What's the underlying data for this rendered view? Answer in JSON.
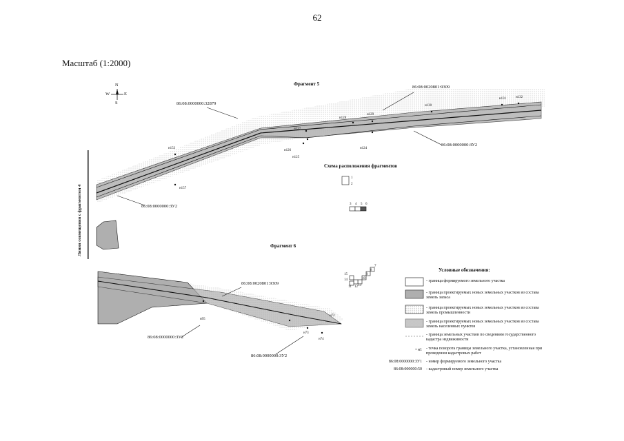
{
  "page_number": "62",
  "scale_title": "Масштаб (1:2000)",
  "compass": {
    "n": "N",
    "s": "S",
    "w": "W",
    "e": "E"
  },
  "fragment5_title": "Фрагмент 5",
  "fragment6_title": "Фрагмент 6",
  "scheme_title": "Схема расположения фрагментов",
  "joining_line_label": "Линия совмещения с фрагментом 4",
  "parcel_labels": {
    "f5_top_left": "86:08:0000000:32879",
    "f5_top_right": "86:08:0020801:9309",
    "f5_right": "86:08:0000000:ЗУ2",
    "f5_bottom_left": "86:08:0000000:ЗУ2",
    "f6_top": "86:08:0020801:9309",
    "f6_bottom_left": "86:08:0000000:ЗУ2",
    "f6_bottom_right": "86:08:0000000:ЗУ2"
  },
  "points": {
    "n153": "н153",
    "n157": "н157",
    "n126": "н126",
    "n127": "н127",
    "n125": "н125",
    "n128": "н128",
    "n129": "н129",
    "n124": "н124",
    "n130": "н130",
    "n131": "н131",
    "n132": "н132",
    "n95": "н95",
    "n72": "н72",
    "n73": "н73",
    "n74": "н74"
  },
  "scheme_numbers": {
    "s1": "1",
    "s2": "2",
    "s3": "3",
    "s4": "4",
    "s5": "5",
    "s6": "6",
    "s7": "7",
    "s8": "8",
    "s9": "9",
    "s10": "10",
    "s11": "11",
    "s12": "12",
    "s13": "13",
    "s14": "14",
    "s15": "15"
  },
  "legend": {
    "title": "Условные обозначения:",
    "items": [
      {
        "text": "- граница формируемого земельного участка"
      },
      {
        "text": "- граница проектируемых новых земельных участков из состава земель запаса"
      },
      {
        "text": "- граница проектируемых новых земельных участков из состава земель промышленности"
      },
      {
        "text": "- граница проектируемых новых земельных участков из состава земель населенных пунктов"
      },
      {
        "text": "- граница земельных участков по сведениям государственного кадастра недвижимости"
      },
      {
        "marker": "• н1",
        "text": "- точка поворота границы земельного участка, установленная при проведении кадастровых работ"
      },
      {
        "code": "86:08:0000000:ЗУ1",
        "text": "- номер формируемого земельного участка"
      },
      {
        "code": "86:08:000000:50",
        "text": "- кадастровый номер земельного участка"
      }
    ]
  },
  "colors": {
    "ink": "#111111",
    "hatch": "#bdbdbd",
    "hatch_dark": "#8f8f8f",
    "paper": "#ffffff"
  }
}
